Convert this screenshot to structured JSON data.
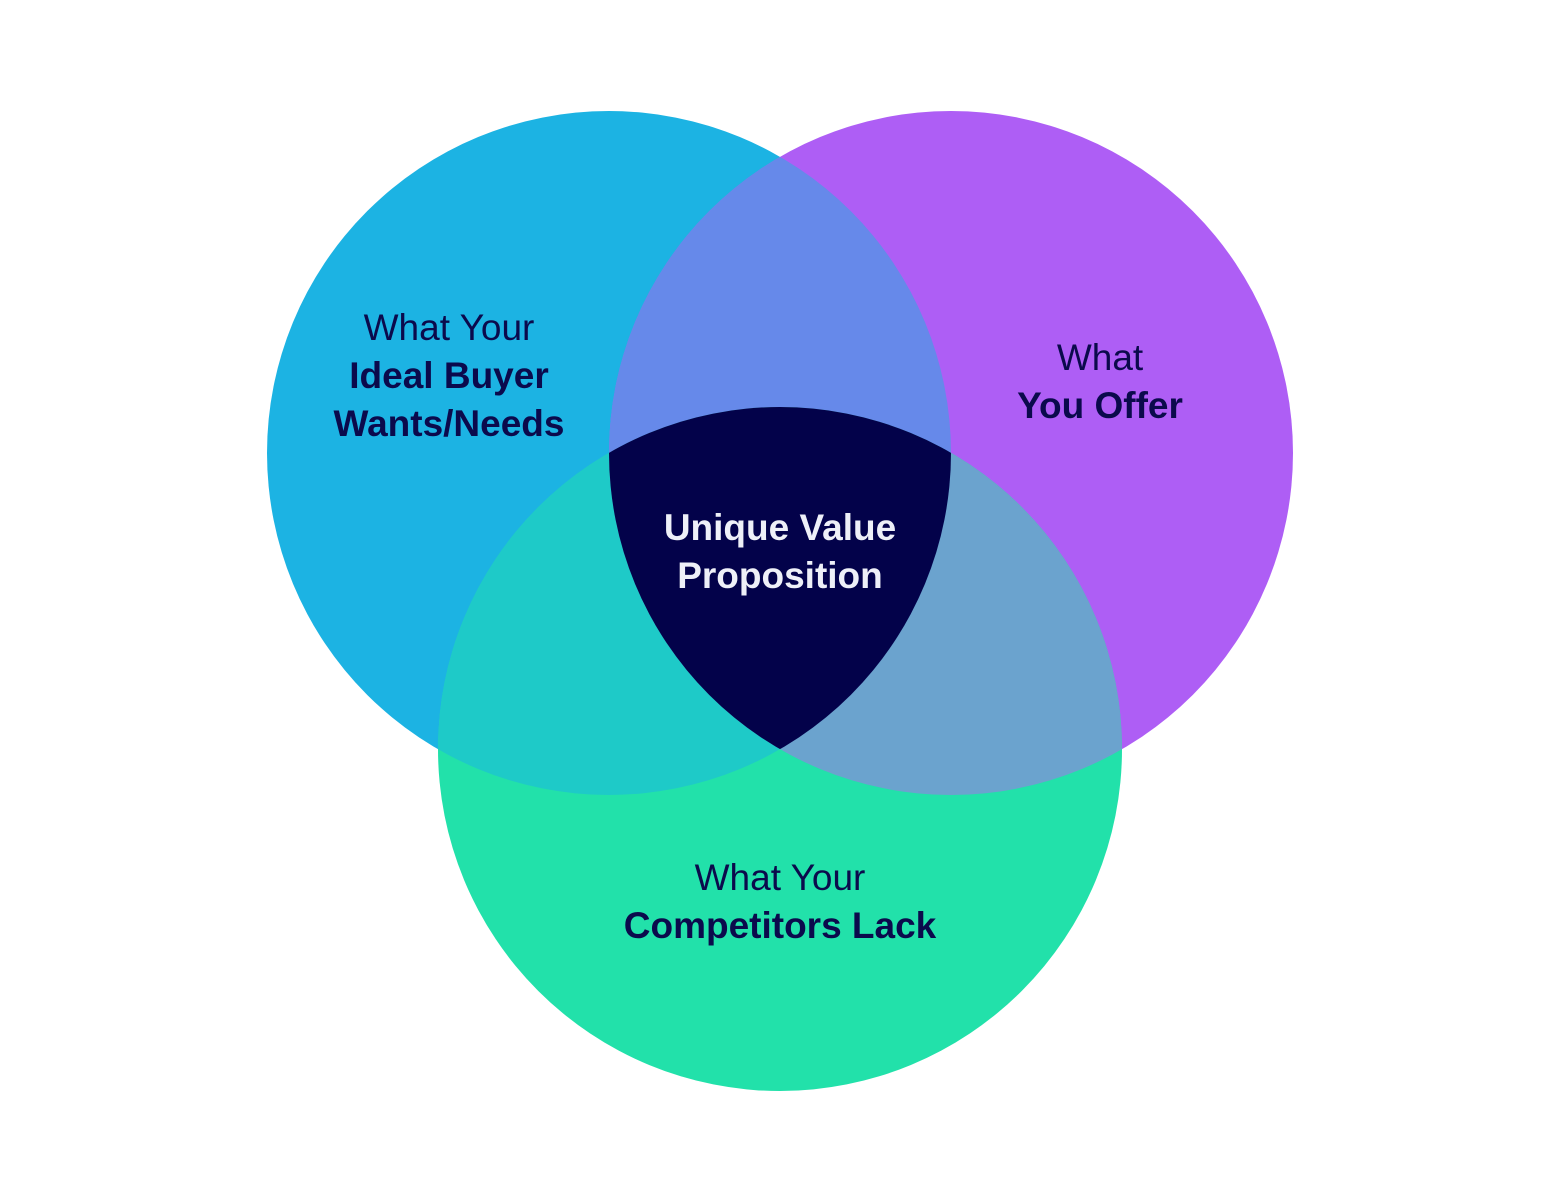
{
  "diagram": {
    "type": "venn",
    "colors": {
      "buyer": "#1cb3e3",
      "offer": "#ae5ef5",
      "competitors": "#22e1aa",
      "buyer_offer": "#6689ea",
      "buyer_competitors": "#1ecac8",
      "offer_competitors": "#6ba3ce",
      "center": "#03024a",
      "text": "#0b0a4c",
      "center_text": "#eef0f8"
    },
    "sets": [
      {
        "id": "buyer",
        "light": "What Your",
        "bold": [
          "Ideal Buyer",
          "Wants/Needs"
        ]
      },
      {
        "id": "offer",
        "light": "What",
        "bold": [
          "You Offer"
        ]
      },
      {
        "id": "competitors",
        "light": "What Your",
        "bold": [
          "Competitors Lack"
        ]
      }
    ],
    "center": [
      "Unique Value",
      "Proposition"
    ]
  }
}
